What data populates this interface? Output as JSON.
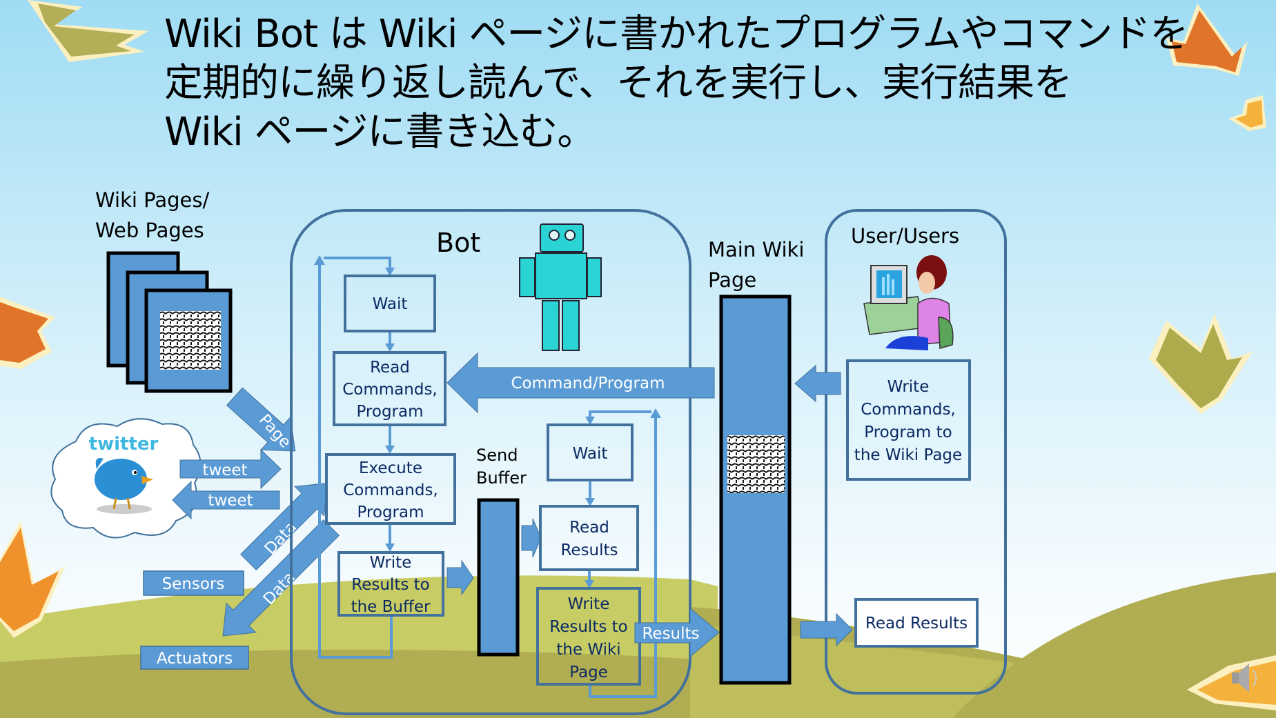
{
  "slide": {
    "title_lines": [
      "Wiki Bot は Wiki ページに書かれたプログラムやコマンドを",
      "定期的に繰り返し読んで、それを実行し、実行結果を",
      "Wiki ページに書き込む。"
    ]
  },
  "sources": {
    "pages_label_lines": [
      "Wiki Pages/",
      "Web Pages"
    ],
    "twitter_logo_text": "twitter",
    "tweet_in_label": "tweet",
    "tweet_out_label": "tweet",
    "sensors_label": "Sensors",
    "actuators_label": "Actuators",
    "page_arrow_label": "Page",
    "data_in_label": "Data",
    "data_out_label": "Data"
  },
  "bot": {
    "title": "Bot",
    "loop1": {
      "wait": "Wait",
      "read_lines": [
        "Read",
        "Commands,",
        "Program"
      ],
      "execute_lines": [
        "Execute",
        "Commands,",
        "Program"
      ],
      "write_lines": [
        "Write",
        "Results to",
        "the Buffer"
      ]
    },
    "send_buffer_lines": [
      "Send",
      "Buffer"
    ],
    "loop2": {
      "wait": "Wait",
      "read_lines": [
        "Read",
        "Results"
      ],
      "write_lines": [
        "Write",
        "Results to",
        "the Wiki",
        "Page"
      ]
    },
    "command_arrow_label": "Command/Program",
    "results_arrow_label": "Results"
  },
  "wiki": {
    "label_lines": [
      "Main Wiki",
      "Page"
    ]
  },
  "user": {
    "title": "User/Users",
    "write_lines": [
      "Write",
      "Commands,",
      "Program to",
      "the Wiki Page"
    ],
    "read_results": "Read Results"
  },
  "colors": {
    "arrow_fill": "#5b9bd5",
    "box_stroke": "#41719c",
    "box_text": "#0b2a63",
    "robot": "#2ad4d4",
    "grass_light": "#c8cc64",
    "grass_dark": "#b0ad52"
  },
  "icons": [
    "robot-icon",
    "twitter-bird-icon",
    "user-at-computer-icon",
    "qr-code-icon",
    "speaker-icon",
    "maple-leaf-icon"
  ]
}
